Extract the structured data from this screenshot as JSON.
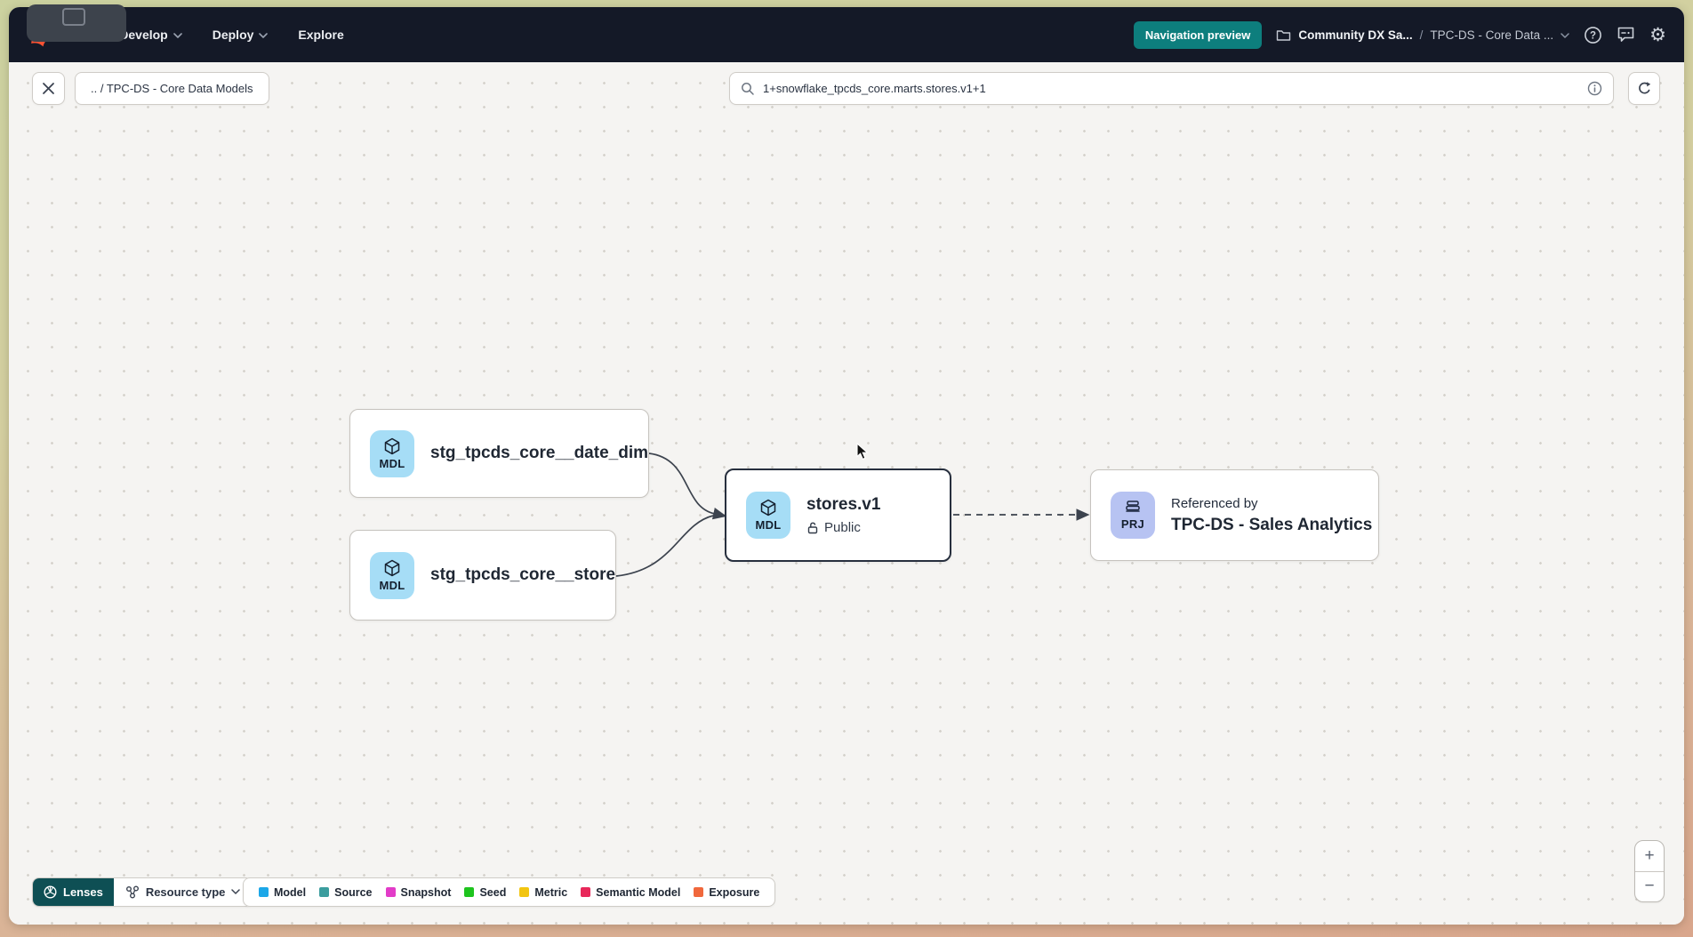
{
  "navbar": {
    "logo_text": "dbt",
    "items": [
      {
        "label": "Develop"
      },
      {
        "label": "Deploy"
      },
      {
        "label": "Explore"
      }
    ],
    "preview_badge": "Navigation preview",
    "breadcrumb": {
      "project": "Community DX Sa...",
      "separator": "/",
      "section": "TPC-DS - Core Data ..."
    }
  },
  "toolbar": {
    "breadcrumb": ".. / TPC-DS - Core Data Models",
    "search_value": "1+snowflake_tpcds_core.marts.stores.v1+1"
  },
  "graph": {
    "nodes": [
      {
        "badge": "MDL",
        "label": "stg_tpcds_core__date_dim"
      },
      {
        "badge": "MDL",
        "label": "stg_tpcds_core__store"
      },
      {
        "badge": "MDL",
        "label": "stores.v1",
        "sublabel": "Public",
        "selected": true
      },
      {
        "badge": "PRJ",
        "label": "Referenced by",
        "sublabel": "TPC-DS - Sales Analytics"
      }
    ]
  },
  "footer": {
    "lenses_label": "Lenses",
    "resource_type_label": "Resource type",
    "legend": [
      {
        "label": "Model",
        "color": "#1ca7e8"
      },
      {
        "label": "Source",
        "color": "#3b9d9e"
      },
      {
        "label": "Snapshot",
        "color": "#e23cc8"
      },
      {
        "label": "Seed",
        "color": "#1ec41e"
      },
      {
        "label": "Metric",
        "color": "#f2c511"
      },
      {
        "label": "Semantic Model",
        "color": "#e8285a"
      },
      {
        "label": "Exposure",
        "color": "#f0683c"
      }
    ]
  },
  "zoom_controls": {
    "zoom_in": "+",
    "zoom_out": "−"
  }
}
